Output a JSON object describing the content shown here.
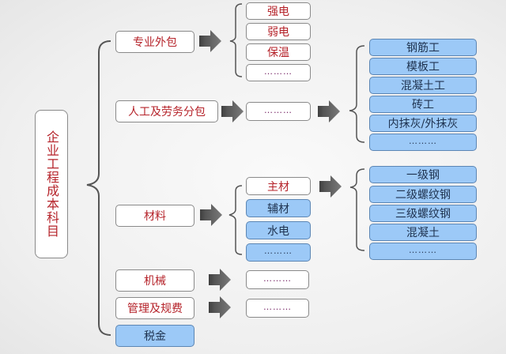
{
  "root": {
    "label": "企业工程成本科目"
  },
  "categories": [
    {
      "label": "专业外包",
      "style": "white"
    },
    {
      "label": "人工及劳务分包",
      "style": "white"
    },
    {
      "label": "材料",
      "style": "white"
    },
    {
      "label": "机械",
      "style": "white"
    },
    {
      "label": "管理及规费",
      "style": "white"
    },
    {
      "label": "税金",
      "style": "blue"
    }
  ],
  "subcontract_items": [
    {
      "label": "强电"
    },
    {
      "label": "弱电"
    },
    {
      "label": "保温"
    },
    {
      "label": "………"
    }
  ],
  "labor_item": {
    "label": "………"
  },
  "labor_types": [
    {
      "label": "钢筋工"
    },
    {
      "label": "模板工"
    },
    {
      "label": "混凝土工"
    },
    {
      "label": "砖工"
    },
    {
      "label": "内抹灰/外抹灰"
    },
    {
      "label": "………"
    }
  ],
  "material_items": [
    {
      "label": "主材",
      "style": "white"
    },
    {
      "label": "辅材",
      "style": "blue"
    },
    {
      "label": "水电",
      "style": "blue"
    },
    {
      "label": "………",
      "style": "blue"
    }
  ],
  "main_materials": [
    {
      "label": "一级钢"
    },
    {
      "label": "二级螺纹钢"
    },
    {
      "label": "三级螺纹钢"
    },
    {
      "label": "混凝土"
    },
    {
      "label": "………"
    }
  ],
  "machinery_item": {
    "label": "………"
  },
  "management_item": {
    "label": "………"
  },
  "colors": {
    "text_red": "#b5232a",
    "text_dark": "#1f3350",
    "blue_fill": "#9cc9f7",
    "arrow": "#6e6e6e"
  }
}
